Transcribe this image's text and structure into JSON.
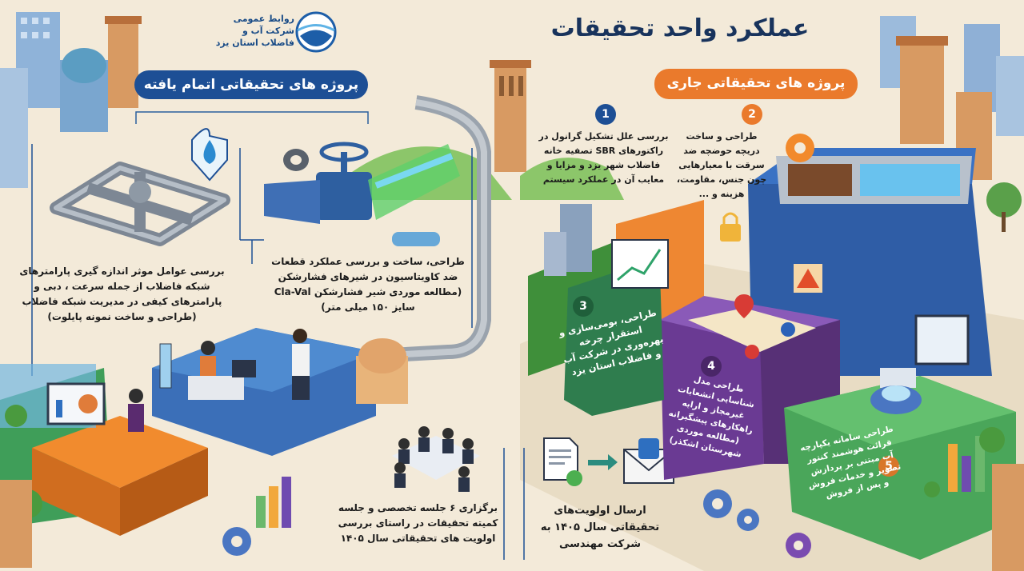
{
  "header": {
    "title": "عملکرد واحد تحقیقات",
    "logo_text": "روابط عمومی\nشرکت آب و\nفاضلاب استان یزد"
  },
  "sections": {
    "completed": "پروژه های تحقیقاتی اتمام یافته",
    "ongoing": "پروژه های تحقیقاتی جاری"
  },
  "completed_projects": {
    "network_params": "بررسی عوامل موثر اندازه گیری پارامترهای شبکه فاضلاب از جمله سرعت ، دبی و پارامترهای کیفی در مدیریت شبکه فاضلاب (طراحی و ساخت نمونه پایلوت)",
    "valve_study": "طراحی، ساخت و بررسی عملکرد قطعات ضد کاویتاسیون در شیرهای فشارشکن (مطالعه موردی شیر فشارشکن Cla-Val سایز ۱۵۰ میلی متر)",
    "meetings": "برگزاری ۶ جلسه تخصصی و جلسه کمیته تحقیقات در راستای بررسی اولویت های تحقیقاتی سال ۱۴۰۵",
    "priorities": "ارسال اولویت‌های تحقیقاتی سال ۱۴۰۵ به شرکت مهندسی"
  },
  "ongoing_projects": [
    {
      "num": "1",
      "text": "بررسی علل تشکیل گرانول در راکتورهای SBR تصفیه خانه فاضلاب شهر یزد و مزایا و معایب آن در عملکرد سیستم"
    },
    {
      "num": "2",
      "text": "طراحی و ساخت دریچه حوضچه ضد سرقت با معیارهایی چون جنس، مقاومت، هزینه و ..."
    },
    {
      "num": "3",
      "text": "طراحی، بومی‌سازی و استقرار چرخه بهره‌وری در شرکت آب و فاضلاب استان یزد"
    },
    {
      "num": "4",
      "text": "طراحی مدل شناسایی انشعابات غیرمجاز و ارایه راهکارهای پیشگیرانه (مطالعه موردی شهرستان اشکذر)"
    },
    {
      "num": "5",
      "text": "طراحی سامانه یکپارچه قرائت هوشمند کنتور آب مبتنی بر پردازش تصویر و خدمات فروش و پس از فروش"
    }
  ],
  "colors": {
    "navy": "#1d4f95",
    "orange": "#ea7a2c",
    "green": "#3f8f3a",
    "purple": "#6a3a93",
    "teal_green": "#2f7d4e"
  },
  "icons": [
    "water-drop-icon",
    "valve-icon",
    "gear-icon",
    "lock-icon",
    "warning-icon",
    "map-pin-icon",
    "document-icon",
    "envelope-icon",
    "building-icon",
    "chart-icon"
  ]
}
